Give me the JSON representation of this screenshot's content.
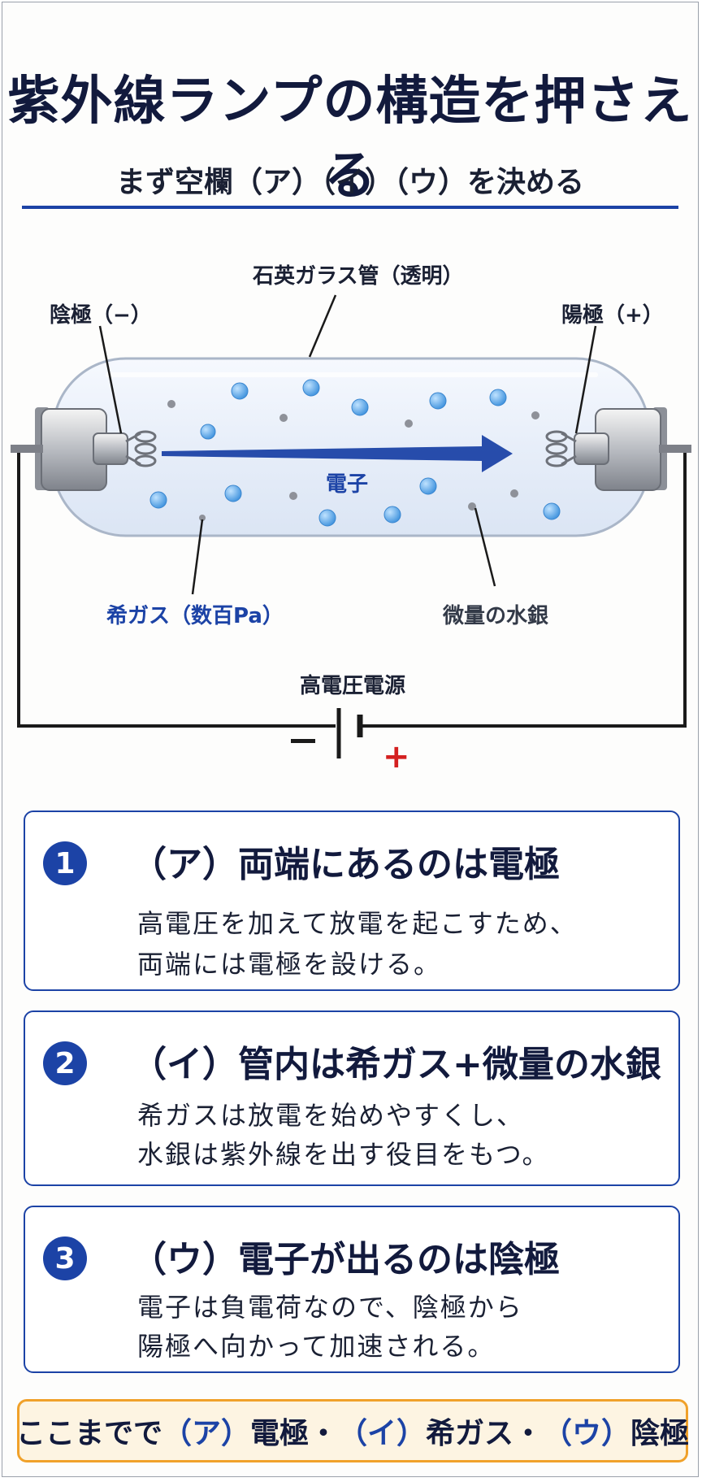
{
  "header": {
    "title": "紫外線ランプの構造を押さえる",
    "subtitle": "まず空欄（ア）（イ）（ウ）を決める"
  },
  "diagram": {
    "tube_label": "石英ガラス管（透明）",
    "cathode_label": "陰極（−）",
    "anode_label": "陽極（+）",
    "electron_label": "電子",
    "gas_label": "希ガス（数百Pa）",
    "mercury_label": "微量の水銀",
    "power_label": "高電圧電源",
    "colors": {
      "accent": "#1c43a6",
      "plus": "#d42020",
      "glass": "#eef3fb",
      "particle": "#4da3e8"
    }
  },
  "cards": [
    {
      "number": "1",
      "heading": "（ア）両端にあるのは電極",
      "lines": [
        "高電圧を加えて放電を起こすため、",
        "両端には電極を設ける。"
      ]
    },
    {
      "number": "2",
      "heading": "（イ）管内は希ガス+微量の水銀",
      "lines": [
        "希ガスは放電を始めやすくし、",
        "水銀は紫外線を出す役目をもつ。"
      ]
    },
    {
      "number": "3",
      "heading": "（ウ）電子が出るのは陰極",
      "lines": [
        "電子は負電荷なので、陰極から",
        "陽極へ向かって加速される。"
      ]
    }
  ],
  "summary": {
    "prefix": "ここまでで",
    "a_tag": "（ア）",
    "a_text": "電極・",
    "b_tag": "（イ）",
    "b_text": "希ガス・",
    "c_tag": "（ウ）",
    "c_text": "陰極"
  }
}
